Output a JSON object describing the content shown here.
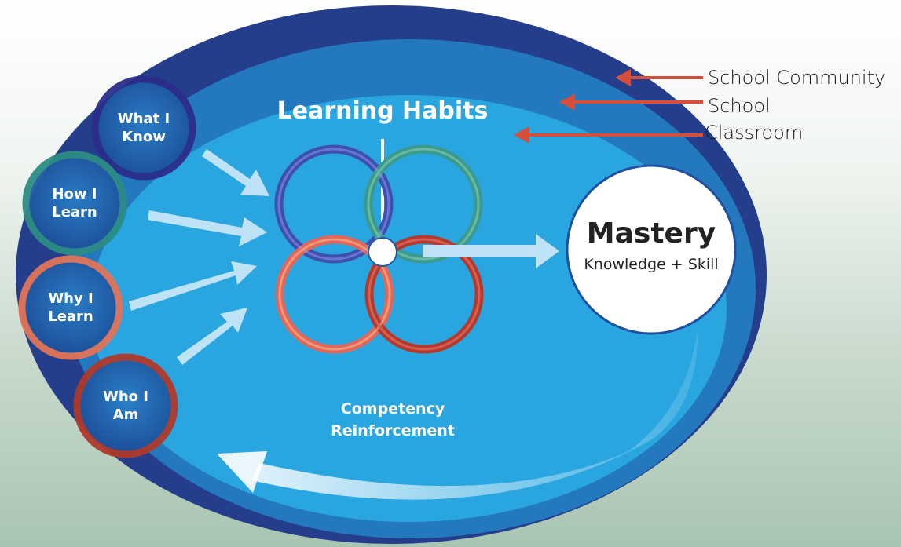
{
  "diagram": {
    "title": "Learning Habits",
    "center_text": [
      "Competency",
      "Reinforcement"
    ],
    "mastery": {
      "title": "Mastery",
      "subtitle": "Knowledge + Skill"
    },
    "side_circles": [
      {
        "line1": "What I",
        "line2": "Know",
        "ring_color": "#3c4aa6"
      },
      {
        "line1": "How I",
        "line2": "Learn",
        "ring_color": "#2e8f87"
      },
      {
        "line1": "Why I",
        "line2": "Learn",
        "ring_color": "#e0785e"
      },
      {
        "line1": "Who I",
        "line2": "Am",
        "ring_color": "#b2362b"
      }
    ],
    "legend": [
      "School Community",
      "School",
      "Classroom"
    ],
    "colors": {
      "outer": "#243e8c",
      "middle": "#2377c0",
      "inner": "#29a8e1",
      "arrow": "#d4503c",
      "ring_blue": "#3f4fae",
      "ring_teal": "#3a9a8a",
      "ring_pink": "#e0675a",
      "ring_red": "#b43a2e"
    }
  }
}
